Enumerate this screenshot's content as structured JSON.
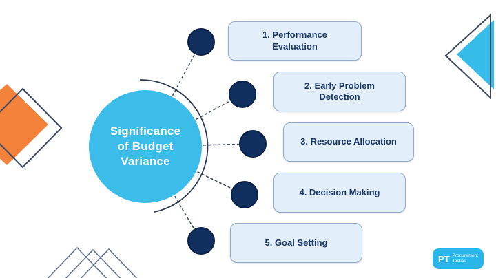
{
  "title": {
    "full": "Significance of Budget Variance",
    "lines": [
      "Significance",
      "of Budget",
      "Variance"
    ]
  },
  "items": [
    {
      "label": "1. Performance Evaluation"
    },
    {
      "label": "2. Early Problem Detection"
    },
    {
      "label": "3. Resource Allocation"
    },
    {
      "label": "4. Decision Making"
    },
    {
      "label": "5. Goal Setting"
    }
  ],
  "logo": {
    "abbrev": "PT",
    "name_line1": "Procurement",
    "name_line2": "Tactics"
  },
  "colors": {
    "center_circle": "#3bbce9",
    "node_dot": "#102e5e",
    "box_fill": "#e2eef9",
    "box_border": "#92a9c9",
    "box_text": "#1c3867",
    "connector": "#3d4a5e",
    "accent_orange": "#f5823b",
    "accent_cyan": "#35bce8",
    "outline_navy": "#3d4a63",
    "logo_bg": "#29b6e8"
  }
}
